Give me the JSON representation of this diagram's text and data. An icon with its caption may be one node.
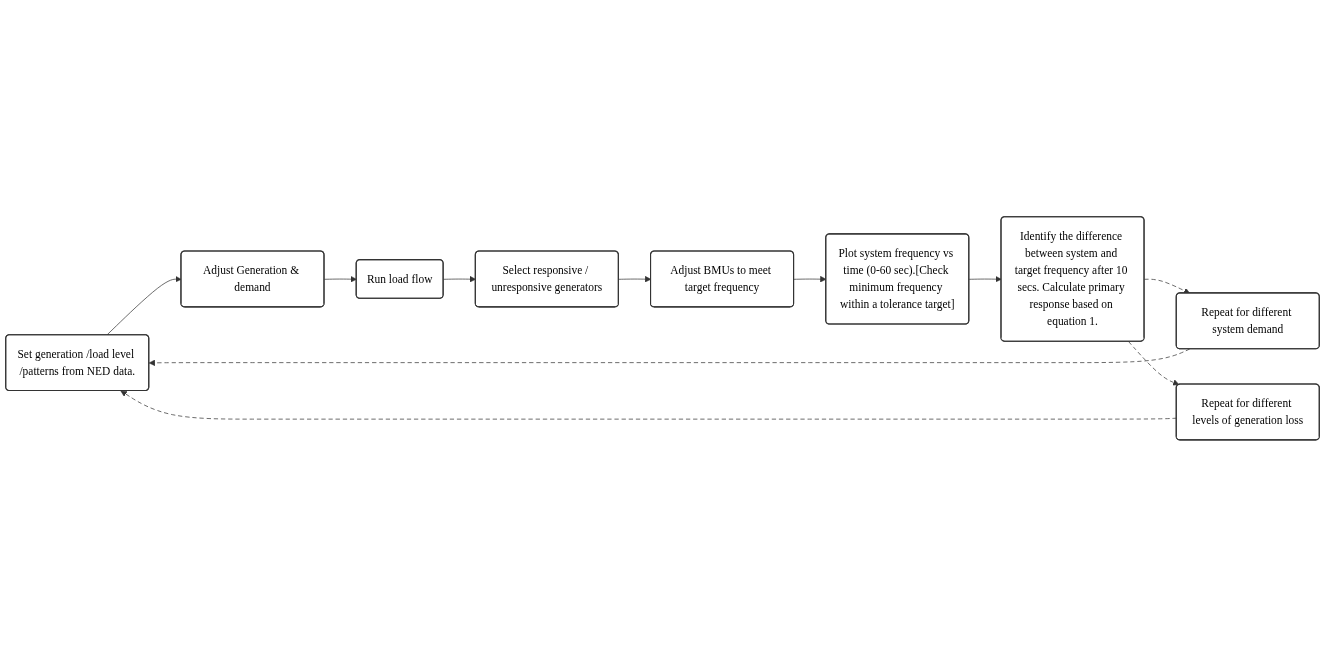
{
  "diagram": {
    "nodes": [
      {
        "text": [
          "Set generation /load level /patterns from NED data."
        ]
      },
      {
        "text": [
          "Adjust Generation & demand"
        ]
      },
      {
        "text": [
          "Run load flow"
        ]
      },
      {
        "text": [
          "Select responsive / unresponsive generators"
        ]
      },
      {
        "text": [
          "Adjust BMUs to meet target frequency"
        ]
      },
      {
        "text": [
          "Plot system frequency vs time (0-60 sec).[Check minimum frequency within a tolerance target]"
        ]
      },
      {
        "text": [
          "Identify the difference between system and target frequency after 10 secs. Calculate primary response based on equation 1."
        ]
      },
      {
        "text": [
          "Repeat for different system demand"
        ]
      },
      {
        "text": [
          "Repeat for different levels of generation loss"
        ]
      }
    ],
    "edges": [
      {
        "from": 0,
        "to": 1,
        "arrow": "to"
      },
      {
        "from": 1,
        "to": 2,
        "arrow": "to"
      },
      {
        "from": 2,
        "to": 3,
        "arrow": "to"
      },
      {
        "from": 3,
        "to": 4,
        "arrow": "to"
      },
      {
        "from": 4,
        "to": 5,
        "arrow": "to"
      },
      {
        "from": 5,
        "to": 6,
        "arrow": "to"
      },
      {
        "from": 6,
        "to": 7,
        "arrow": "to",
        "style": "dashed"
      },
      {
        "from": 6,
        "to": 8,
        "arrow": "to",
        "style": "dashed"
      },
      {
        "from": 7,
        "to": 0,
        "arrow": "to",
        "style": "dashed"
      },
      {
        "from": 8,
        "to": 0,
        "arrow": "to",
        "style": "dashed"
      }
    ]
  }
}
